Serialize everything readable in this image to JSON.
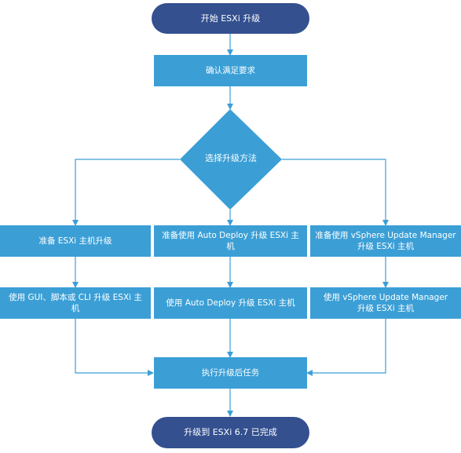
{
  "colors": {
    "terminal": "#34508f",
    "process": "#3b9fd6",
    "decision": "#3b9fd6",
    "connector": "#3b9fd6"
  },
  "start": "开始 ESXi 升级",
  "verify": "确认满足要求",
  "decision": "选择升级方法",
  "left": {
    "prepare": "准备 ESXi 主机升级",
    "upgrade": "使用 GUI、脚本或 CLI 升级 ESXi 主机"
  },
  "middle": {
    "prepare": "准备使用 Auto Deploy 升级 ESXi 主机",
    "upgrade": "使用 Auto Deploy 升级 ESXi 主机"
  },
  "right": {
    "prepare_line1": "准备使用 vSphere Update Manager",
    "prepare_line2": "升级 ESXi 主机",
    "upgrade_line1": "使用 vSphere Update Manager",
    "upgrade_line2": "升级  ESXi 主机"
  },
  "post_tasks": "执行升级后任务",
  "end": "升级到 ESXi 6.7 已完成"
}
